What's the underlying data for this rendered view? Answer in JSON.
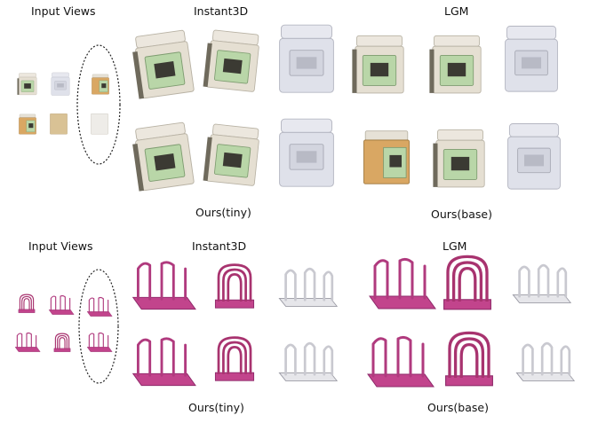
{
  "figure": {
    "top_panel": {
      "input_views_label": "Input Views",
      "method_1_label": "Instant3D",
      "method_2_label": "LGM",
      "ours_tiny_label": "Ours(tiny)",
      "ours_base_label": "Ours(base)"
    },
    "bottom_panel": {
      "input_views_label": "Input Views",
      "method_1_label": "Instant3D",
      "method_2_label": "LGM",
      "ours_tiny_label": "Ours(tiny)",
      "ours_base_label": "Ours(base)"
    }
  },
  "colors": {
    "stove_body": "#ece7de",
    "stove_door": "#b9d6a8",
    "stove_gray": "#dfe1ea",
    "stove_shadow": "#6f6a5c",
    "rack_magenta": "#c2448c",
    "rack_dark": "#8e2a6a",
    "rack_white": "#e6e6ea",
    "ellipse_stroke": "#222222"
  }
}
